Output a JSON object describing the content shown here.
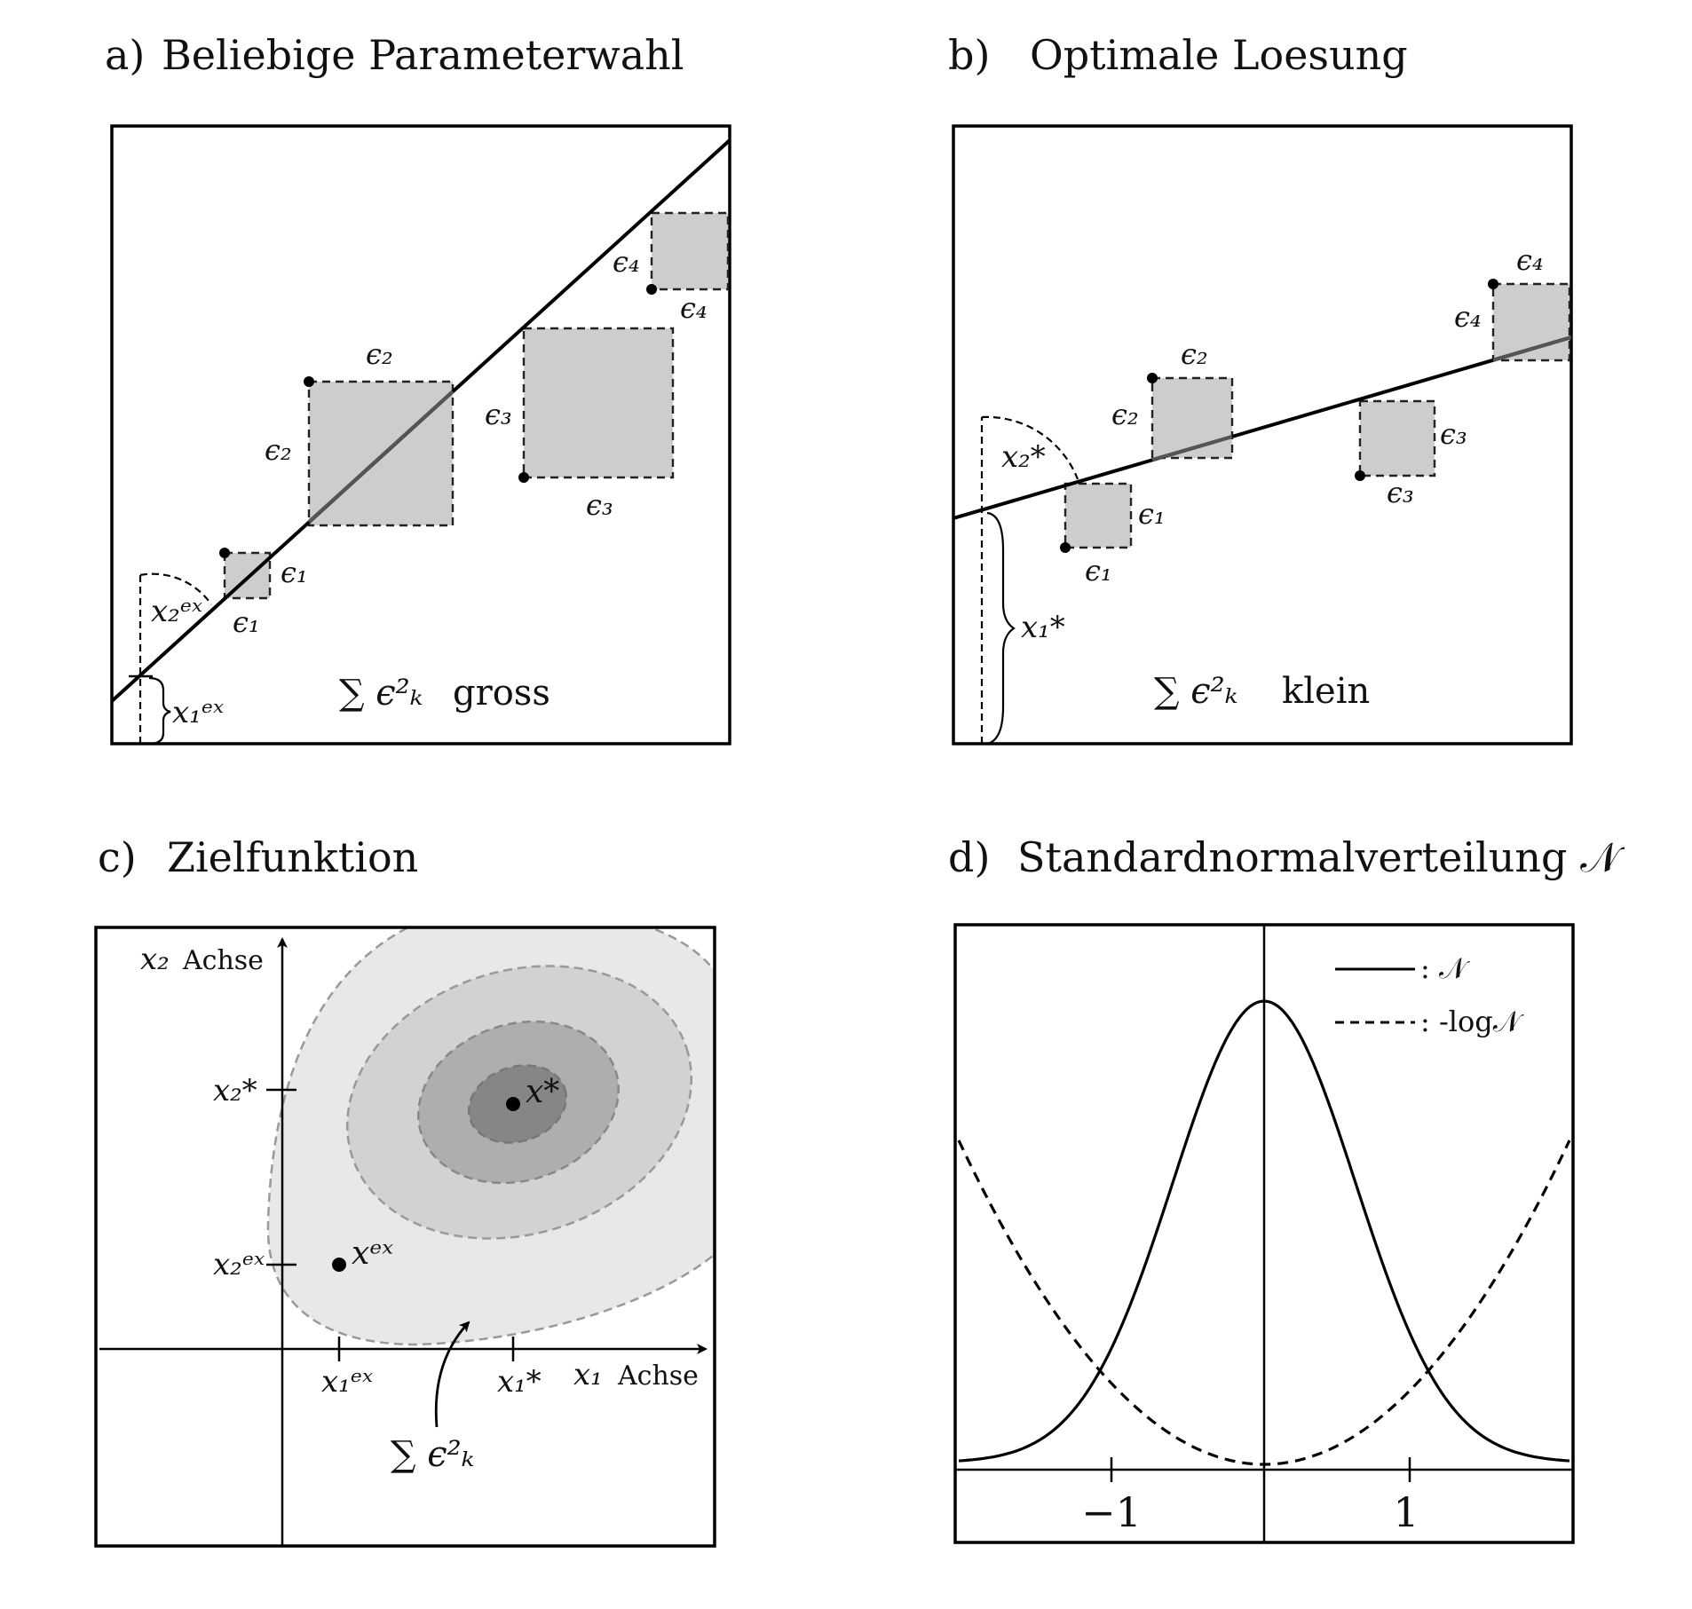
{
  "panels": {
    "a": {
      "letter": "a)",
      "title": "Beliebige Parameterwahl",
      "eps": [
        "ϵ₁",
        "ϵ₂",
        "ϵ₃",
        "ϵ₄"
      ],
      "x1_label": "x₁ᵉˣ",
      "x2_label": "x₂ᵉˣ",
      "sum_label": "∑ ϵ²ₖ",
      "sum_word": "gross"
    },
    "b": {
      "letter": "b)",
      "title": "Optimale Loesung",
      "eps": [
        "ϵ₁",
        "ϵ₂",
        "ϵ₃",
        "ϵ₄"
      ],
      "x1_label": "x₁*",
      "x2_label": "x₂*",
      "sum_label": "∑ ϵ²ₖ",
      "sum_word": "klein"
    },
    "c": {
      "letter": "c)",
      "title": "Zielfunktion",
      "x_axis_var": "x₁",
      "x_axis_word": "Achse",
      "y_axis_var": "x₂",
      "y_axis_word": "Achse",
      "x2_star": "x₂*",
      "x2_ex": "x₂ᵉˣ",
      "x1_ex": "x₁ᵉˣ",
      "x1_star": "x₁*",
      "x_star_point": "x*",
      "x_ex_point": "xᵉˣ",
      "sum_label": "∑ ϵ²ₖ"
    },
    "d": {
      "letter": "d)",
      "title": "Standardnormalverteilung 𝒩",
      "legend_solid": ": 𝒩",
      "legend_dashed": ": -log𝒩",
      "tick_neg": "−1",
      "tick_pos": "1"
    }
  }
}
